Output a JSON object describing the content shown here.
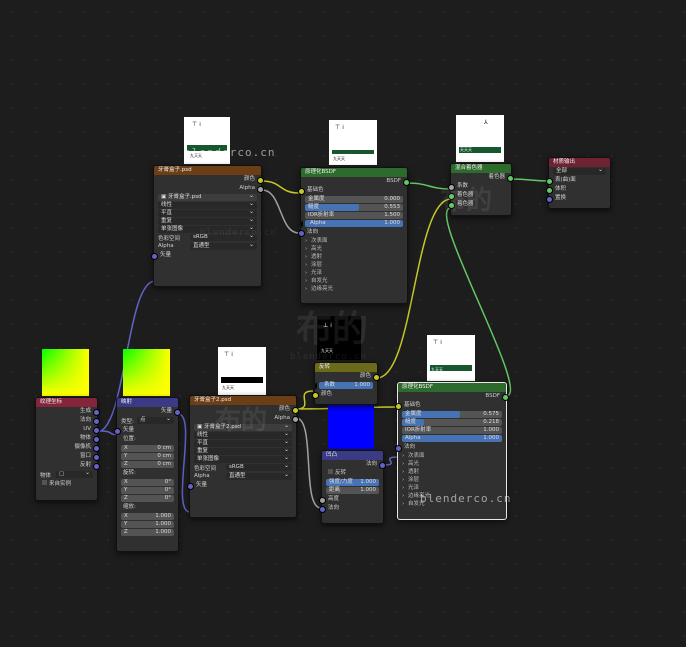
{
  "watermark": "blenderco.cn",
  "overlay_text": "布的",
  "nodes": {
    "tex1": {
      "title": "牙膏盒子.psd",
      "outputs": [
        "颜色",
        "Alpha"
      ],
      "image_name": "牙膏盒子.psd",
      "interp": "线性",
      "proj": "平直",
      "ext": "重复",
      "src": "单张图像",
      "colorspace_label": "色彩空间",
      "colorspace": "sRGB",
      "alpha_label": "Alpha",
      "alpha": "直通型",
      "vector": "矢量"
    },
    "bsdf1": {
      "title": "原理化BSDF",
      "output": "BSDF",
      "base_color": "基础色",
      "metallic_label": "金属度",
      "metallic": "0.000",
      "metallic_frac": 0,
      "roughness_label": "糙度",
      "roughness": "0.553",
      "roughness_frac": 0.553,
      "ior_label": "IOR折射率",
      "ior": "1.500",
      "alpha_label": "Alpha",
      "alpha": "1.000",
      "normal": "法向",
      "panels": [
        "次表面",
        "高光",
        "透射",
        "涂层",
        "光泽",
        "自发光",
        "边缘亮光"
      ]
    },
    "mix": {
      "title": "混合着色器",
      "output": "着色器",
      "inputs": [
        "系数",
        "着色器",
        "着色器"
      ]
    },
    "out": {
      "title": "材质输出",
      "target": "全部",
      "inputs": [
        "表(曲)面",
        "体积",
        "置换"
      ]
    },
    "texcoord": {
      "title": "纹理坐标",
      "outputs": [
        "生成",
        "法向",
        "UV",
        "物体",
        "摄像机",
        "窗口",
        "反射"
      ],
      "object_label": "物体",
      "instancer": "来自实例"
    },
    "mapping": {
      "title": "映射",
      "output": "矢量",
      "type_label": "类型:",
      "type": "点",
      "vector": "矢量",
      "loc_label": "位置:",
      "loc": [
        [
          "X",
          "0 cm"
        ],
        [
          "Y",
          "0 cm"
        ],
        [
          "Z",
          "0 cm"
        ]
      ],
      "rot_label": "旋转:",
      "rot": [
        [
          "X",
          "0°"
        ],
        [
          "Y",
          "0°"
        ],
        [
          "Z",
          "0°"
        ]
      ],
      "scale_label": "缩放:",
      "scale": [
        [
          "X",
          "1.000"
        ],
        [
          "Y",
          "1.000"
        ],
        [
          "Z",
          "1.000"
        ]
      ]
    },
    "tex2": {
      "title": "牙膏盒子2.psd",
      "outputs": [
        "颜色",
        "Alpha"
      ],
      "image_name": "牙膏盒子2.psd",
      "interp": "线性",
      "proj": "平直",
      "ext": "重复",
      "src": "单张图像",
      "colorspace_label": "色彩空间",
      "colorspace": "sRGB",
      "alpha_label": "Alpha",
      "alpha": "直通型",
      "vector": "矢量"
    },
    "invert": {
      "title": "反转",
      "output": "颜色",
      "factor_label": "系数",
      "factor": "1.000",
      "color": "颜色"
    },
    "bump": {
      "title": "凹凸",
      "output": "法向",
      "invert_label": "反转",
      "strength_label": "强度/力度",
      "strength": "1.000",
      "distance_label": "距离",
      "distance": "1.000",
      "height": "高度",
      "normal": "法向"
    },
    "bsdf2": {
      "title": "原理化BSDF",
      "output": "BSDF",
      "base_color": "基础色",
      "metallic_label": "金属度",
      "metallic": "0.575",
      "metallic_frac": 0.575,
      "roughness_label": "糙度",
      "roughness": "0.218",
      "roughness_frac": 0.218,
      "ior_label": "IOR折射率",
      "ior": "1.000",
      "alpha_label": "Alpha",
      "alpha": "1.000",
      "normal": "法向",
      "panels": [
        "次表面",
        "高光",
        "透射",
        "涂层",
        "光泽",
        "边缘亮光",
        "自发光"
      ]
    }
  },
  "thumb_labels": [
    "九天天",
    "天天天"
  ],
  "colors": {
    "link_yellow": "#c7c729",
    "link_green": "#63c763",
    "link_grey": "#a1a1a1",
    "link_purple": "#6363c7",
    "blue_swatch": "#0000ff"
  }
}
